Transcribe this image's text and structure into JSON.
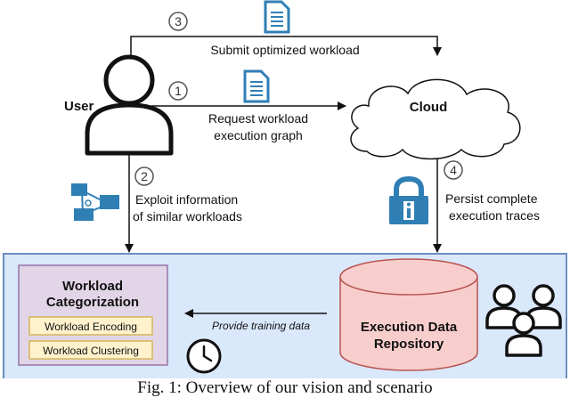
{
  "nodes": {
    "user": "User",
    "cloud": "Cloud",
    "categorization_title_1": "Workload",
    "categorization_title_2": "Categorization",
    "encoding": "Workload Encoding",
    "clustering": "Workload Clustering",
    "repository_1": "Execution Data",
    "repository_2": "Repository"
  },
  "steps": {
    "s1": "1",
    "s2": "2",
    "s3": "3",
    "s4": "4"
  },
  "edges": {
    "submit": "Submit optimized workload",
    "request_1": "Request workload",
    "request_2": "execution graph",
    "exploit_1": "Exploit information",
    "exploit_2": "of similar workloads",
    "persist_1": "Persist complete",
    "persist_2": "execution traces",
    "training": "Provide training data"
  },
  "caption": "Fig. 1:  Overview of our vision and scenario",
  "icons": [
    "document-icon",
    "user-icon",
    "cloud-icon",
    "workflow-graph-icon",
    "lock-info-icon",
    "clock-icon",
    "database-cylinder-icon",
    "users-group-icon"
  ],
  "colors": {
    "panel_fill": "#dae8fc",
    "panel_stroke": "#6c8ebf",
    "categorization_fill": "#e1d5e7",
    "categorization_stroke": "#9673a6",
    "chip_fill": "#fff2cc",
    "chip_stroke": "#d6b656",
    "database_fill": "#f8cecc",
    "database_stroke": "#b85450",
    "icon_blue": "#2f7fb5"
  }
}
